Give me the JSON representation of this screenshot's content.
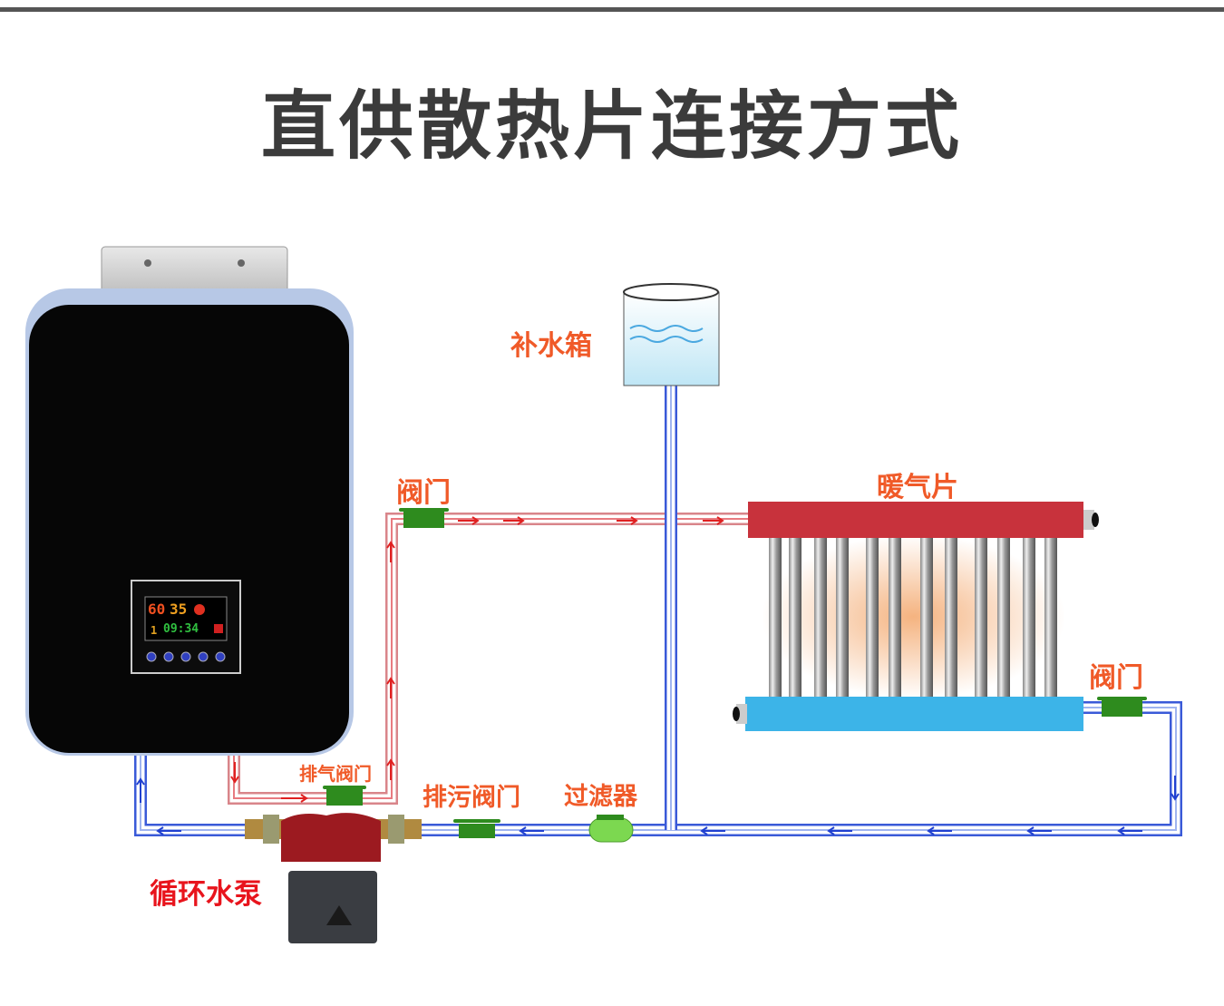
{
  "title": "直供散热片连接方式",
  "labels": {
    "tank": "补水箱",
    "valve_supply": "阀门",
    "radiator": "暖气片",
    "valve_return": "阀门",
    "air_valve": "排气阀门",
    "drain_valve": "排污阀门",
    "filter": "过滤器",
    "pump": "循环水泵"
  },
  "display": {
    "temp1": "60",
    "temp2": "35",
    "time": "09:34",
    "mode": "1"
  },
  "colors": {
    "label": "#f05a28",
    "pump_label": "#e8141c",
    "supply_pipe": "#d9858a",
    "return_pipe": "#3a5ad8",
    "radiator_top": "#c8323c",
    "radiator_bottom": "#3cb4e8",
    "valve": "#2e8b1e"
  }
}
